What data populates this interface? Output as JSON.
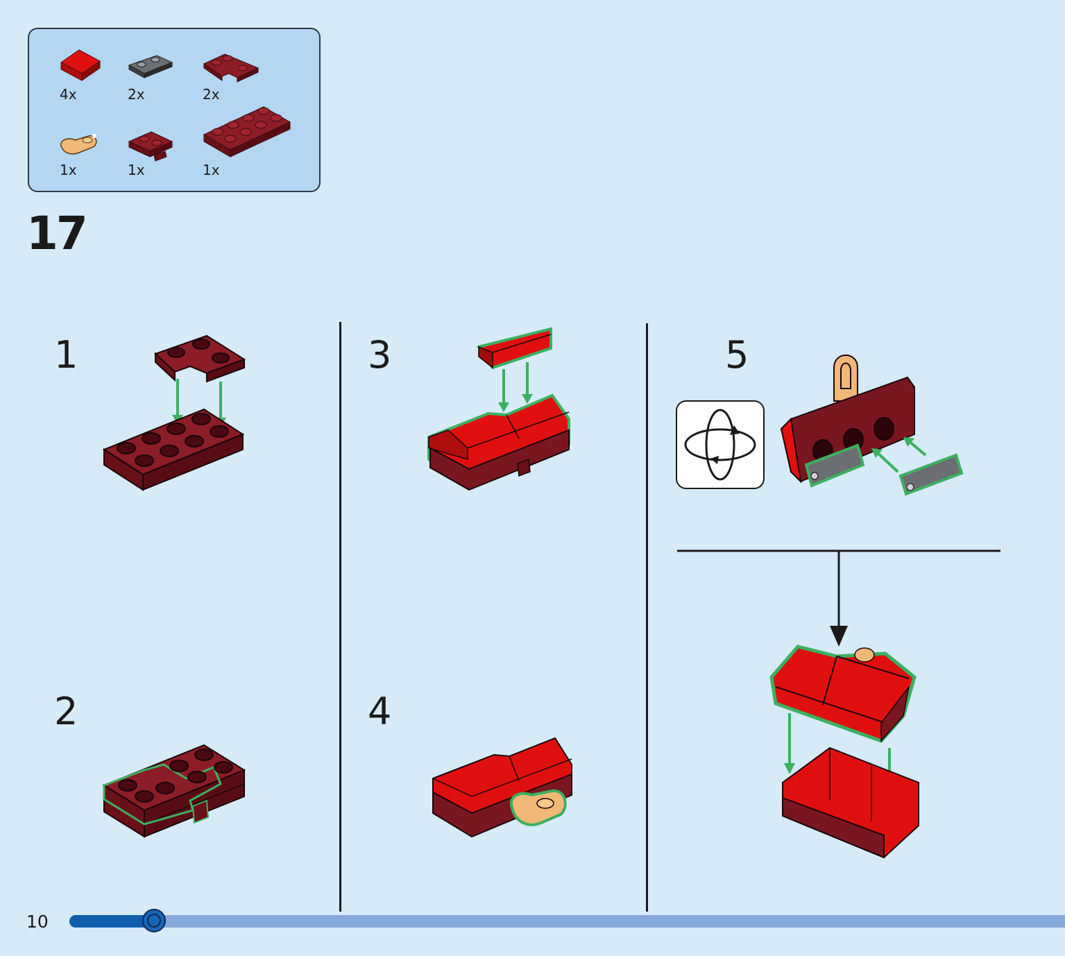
{
  "page": {
    "number": "10",
    "step": "17",
    "progress_fraction": 0.13
  },
  "parts": [
    {
      "icon": "red-slope-brick-icon",
      "qty": "4x"
    },
    {
      "icon": "grey-hinge-plate-icon",
      "qty": "2x"
    },
    {
      "icon": "dark-red-corner-plate-icon",
      "qty": "2x"
    },
    {
      "icon": "tan-clip-plate-icon",
      "qty": "1x"
    },
    {
      "icon": "dark-red-plate-with-tab-icon",
      "qty": "1x"
    },
    {
      "icon": "dark-red-2x4-plate-icon",
      "qty": "1x"
    }
  ],
  "substeps": [
    "1",
    "2",
    "3",
    "4",
    "5"
  ],
  "colors": {
    "background": "#d6eaf8",
    "panel": "#b3d6f2",
    "dark_red": "#7a1620",
    "bright_red": "#e01010",
    "highlight_green": "#3cb060",
    "arrow_green": "#3cb060",
    "progress_fill": "#0f5fae",
    "progress_track": "#87a9da"
  }
}
